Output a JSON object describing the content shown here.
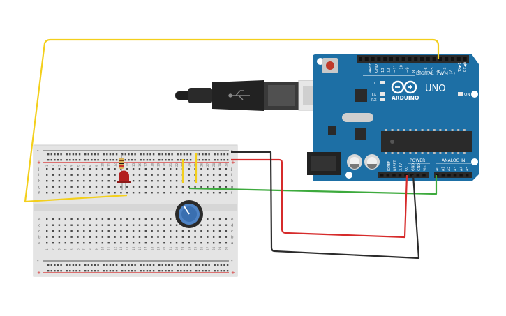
{
  "arduino": {
    "brand": "ARDUINO",
    "model": "UNO",
    "on_label": "ON",
    "digital_header": "DIGITAL (PWM ~)",
    "tx_label": "TX",
    "rx_label": "RX",
    "l_label": "L",
    "tx_pin_label": "TX▶1",
    "rx_pin_label": "RX◀0",
    "digital_pins": [
      "AREF",
      "GND",
      "13",
      "12",
      "~11",
      "~10",
      "~9",
      "8",
      "7",
      "~6",
      "~5",
      "4",
      "~3",
      "2"
    ],
    "power_header": "POWER",
    "power_pins": [
      "IOREF",
      "RESET",
      "3.3V",
      "5V",
      "GND",
      "GND",
      "Vin"
    ],
    "analog_header": "ANALOG IN",
    "analog_pins": [
      "A0",
      "A1",
      "A2",
      "A3",
      "A4",
      "A5"
    ],
    "board_color": "#1d6fa5",
    "header_color": "#2a2a2a"
  },
  "breadboard": {
    "top_rail_minus": "-",
    "top_rail_plus": "+",
    "bottom_rail_minus": "-",
    "bottom_rail_plus": "+",
    "top_rows": [
      "j",
      "i",
      "h",
      "g",
      "f"
    ],
    "bottom_rows": [
      "e",
      "d",
      "c",
      "b",
      "a"
    ],
    "column_numbers": [
      "1",
      "2",
      "3",
      "4",
      "5",
      "6",
      "7",
      "8",
      "9",
      "10",
      "11",
      "12",
      "13",
      "14",
      "15",
      "16",
      "17",
      "18",
      "19",
      "20",
      "21",
      "22",
      "23",
      "24",
      "25",
      "26",
      "27",
      "28",
      "29",
      "30"
    ]
  },
  "wires": {
    "yellow": "#f3cf1c",
    "red": "#d62b2b",
    "black": "#2b2b2b",
    "green": "#3daa3d"
  }
}
